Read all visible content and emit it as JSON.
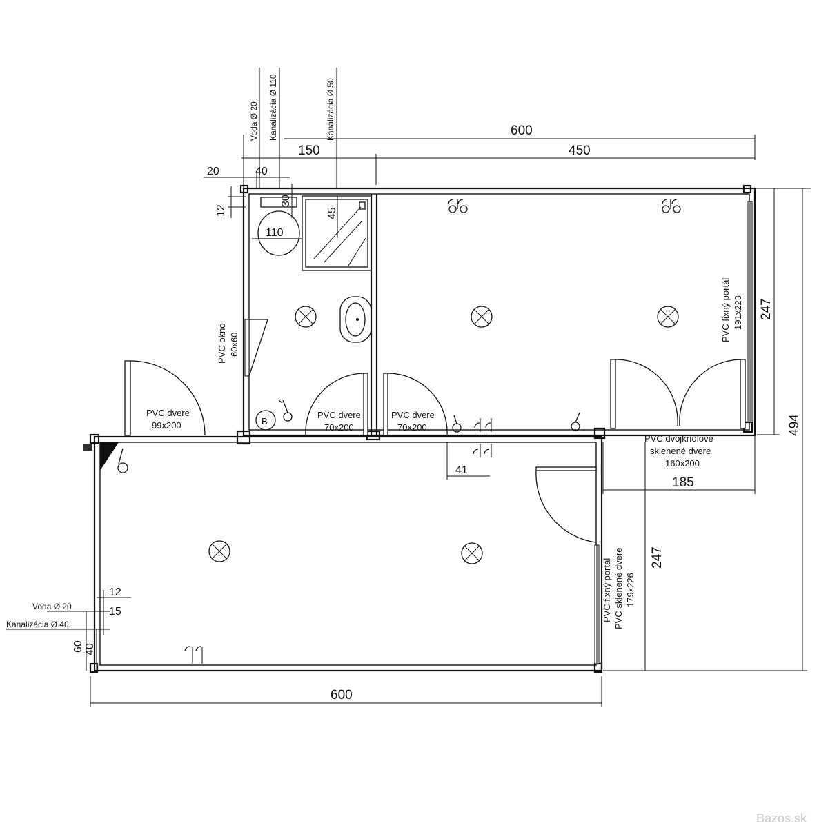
{
  "dimensions": {
    "top_width_total": "600",
    "top_width_right": "450",
    "top_width_left": "150",
    "offset_water": "20",
    "offset_drain_110": "40",
    "offset_wall_12": "12",
    "toilet_width": "110",
    "toilet_offset_30": "30",
    "shower_45": "45",
    "door_offset_41": "41",
    "right_width_185": "185",
    "height_right_upper": "247",
    "height_right_lower": "247",
    "height_total": "494",
    "bottom_width": "600",
    "left_12": "12",
    "left_15": "15",
    "left_40": "40",
    "left_60": "60"
  },
  "utilities": {
    "top_water": "Voda Ø 20",
    "top_drain_110": "Kanalizácia Ø 110",
    "top_drain_50": "Kanalizácia Ø 50",
    "left_water": "Voda Ø 20",
    "left_drain": "Kanalizácia Ø 40"
  },
  "labels": {
    "window_name": "PVC okno",
    "window_size": "60x60",
    "door_main_name": "PVC dvere",
    "door_main_size": "99x200",
    "door_bath_name": "PVC dvere",
    "door_bath_size": "70x200",
    "door_room_name": "PVC dvere",
    "door_room_size": "70x200",
    "portal_right_name": "PVC fixný portál",
    "portal_right_size": "191x223",
    "double_door_line1": "PVC dvojkrídlové",
    "double_door_line2": "sklenené dvere",
    "double_door_size": "160x200",
    "portal_lower_line1": "PVC fixný portál",
    "portal_lower_line2": "PVC sklenené dvere",
    "portal_lower_size": "179x226",
    "boiler_letter": "B"
  },
  "watermark": "Bazos.sk"
}
